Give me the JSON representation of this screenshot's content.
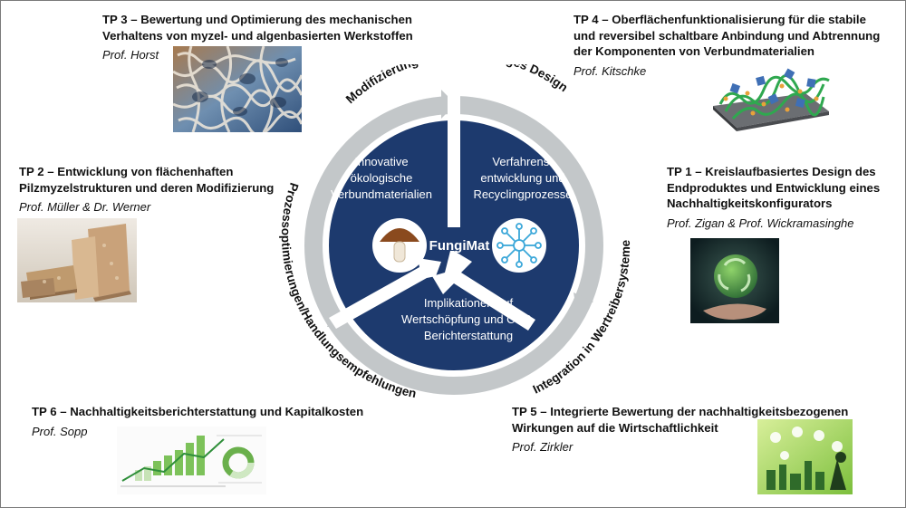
{
  "center": {
    "label": "FungiMat",
    "segments": [
      "Innovative ökologische Verbundmaterialien",
      "Verfahrens-entwicklung und Recyclingprozesse",
      "Implikationen auf Wertschöpfung und CSR-Berichterstattung"
    ],
    "segment_lines": [
      [
        "Innovative",
        "ökologische",
        "Verbundmaterialien"
      ],
      [
        "Verfahrens-",
        "entwicklung und",
        "Recyclingprozesse"
      ],
      [
        "Implikationen auf",
        "Wertschöpfung und CSR-",
        "Berichterstattung"
      ]
    ]
  },
  "ring_labels": {
    "top": "Modifizierung & kreislauffähiges Design",
    "left": "Prozessoptimierungen/Handlungsempfehlungen",
    "right": "Integration in Wertreibersysteme"
  },
  "colors": {
    "navy": "#1d3a6e",
    "ring_gray": "#c3c7c9",
    "divider_white": "#ffffff"
  },
  "projects": {
    "tp3": {
      "title_lines": [
        "TP 3 – Bewertung und Optimierung des mechanischen",
        "Verhaltens von myzel- und algenbasierten Werkstoffen"
      ],
      "title": "TP 3 – Bewertung und Optimierung des mechanischen Verhaltens von myzel- und algenbasierten Werkstoffen",
      "prof": "Prof. Horst"
    },
    "tp4": {
      "title_lines": [
        "TP 4 – Oberflächenfunktionalisierung für die stabile",
        "und reversibel schaltbare Anbindung und Abtrennung",
        "der Komponenten von Verbundmaterialien"
      ],
      "title": "TP 4 – Oberflächenfunktionalisierung für die stabile und reversibel schaltbare Anbindung und Abtrennung der Komponenten von Verbundmaterialien",
      "prof": "Prof. Kitschke"
    },
    "tp2": {
      "title_lines": [
        "TP 2 – Entwicklung von flächenhaften",
        "Pilzmyzelstrukturen und deren Modifizierung"
      ],
      "title": "TP 2 – Entwicklung von flächenhaften Pilzmyzelstrukturen und deren Modifizierung",
      "prof": "Prof. Müller & Dr. Werner"
    },
    "tp1": {
      "title_lines": [
        "TP 1 – Kreislaufbasiertes Design des",
        "Endproduktes und Entwicklung eines",
        "Nachhaltigkeitskonfigurators"
      ],
      "title": "TP 1 – Kreislaufbasiertes Design des Endproduktes und Entwicklung eines Nachhaltigkeitskonfigurators",
      "prof": "Prof. Zigan & Prof. Wickramasinghe"
    },
    "tp6": {
      "title_lines": [
        "TP 6 – Nachhaltigkeitsberichterstattung und Kapitalkosten"
      ],
      "title": "TP 6 – Nachhaltigkeitsberichterstattung und Kapitalkosten",
      "prof": "Prof. Sopp"
    },
    "tp5": {
      "title_lines": [
        "TP 5 – Integrierte Bewertung der nachhaltigkeitsbezogenen",
        "Wirkungen auf die Wirtschaftlichkeit"
      ],
      "title": "TP 5 – Integrierte Bewertung der nachhaltigkeitsbezogenen Wirkungen auf die Wirtschaftlichkeit",
      "prof": "Prof. Zirkler"
    }
  },
  "icons": [
    "mushroom-icon",
    "network-icon"
  ],
  "images": [
    "mycelium-texture-image",
    "surface-chemistry-image",
    "mycelium-panels-image",
    "recycle-globe-image",
    "finance-charts-image",
    "green-economy-image"
  ]
}
